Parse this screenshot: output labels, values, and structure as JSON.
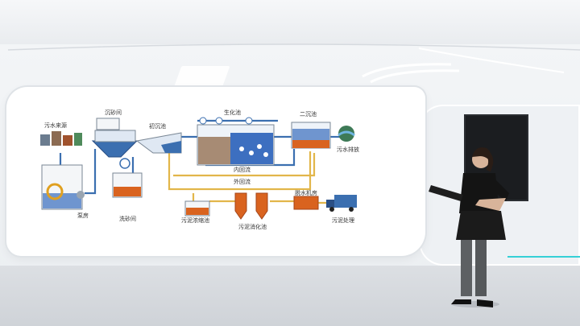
{
  "diagram": {
    "labels": {
      "sewage_source": "污水来源",
      "grit_chamber": "沉砂间",
      "primary_tank": "初沉池",
      "bio_tank": "生化池",
      "secondary_tank": "二沉池",
      "discharge": "污水排放",
      "internal_return": "内回流",
      "external_return": "外回流",
      "pump_room": "泵房",
      "sand_wash": "洗砂间",
      "sludge_thickening": "污泥浓缩池",
      "sludge_digestion": "污泥消化池",
      "dewatering_room": "脱水机房",
      "sludge_disposal": "污泥处理"
    },
    "colors": {
      "pipe_blue": "#3b6fb0",
      "pipe_yellow": "#e2b64a",
      "sludge_orange": "#d9631f",
      "water_blue": "#6f95cf"
    }
  },
  "scene": {
    "accent_line_color": "#35d0d6"
  }
}
